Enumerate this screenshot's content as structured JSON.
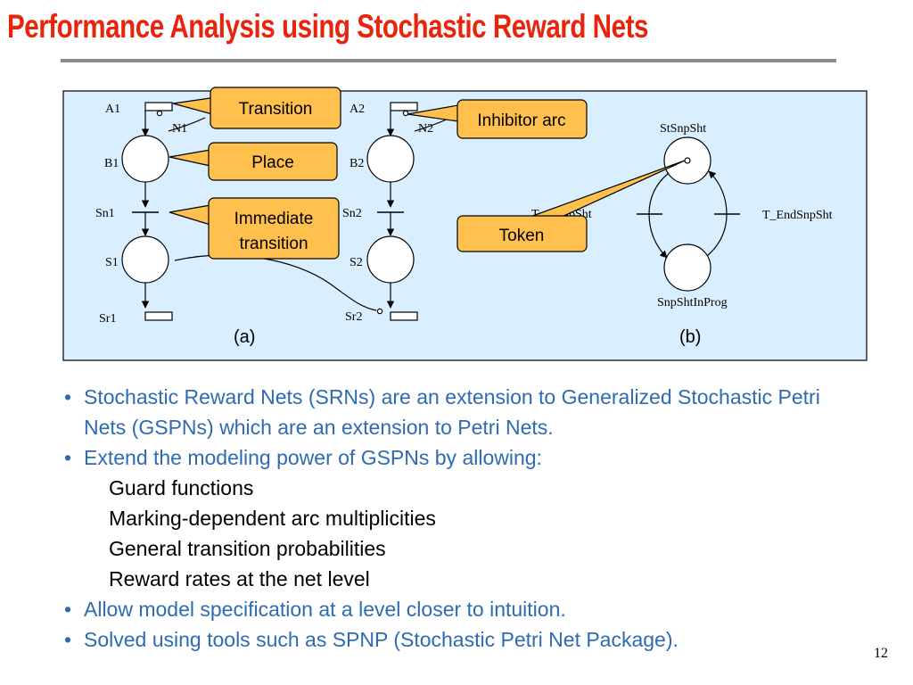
{
  "slide": {
    "title": "Performance Analysis using Stochastic Reward Nets",
    "page_number": "12"
  },
  "diagram": {
    "colors": {
      "panel_fill": "#d9efff",
      "callout_fill": "#ffc04d",
      "line": "#000000"
    },
    "net_a": {
      "labels": {
        "a1": "A1",
        "n1": "N1",
        "b1": "B1",
        "sn1": "Sn1",
        "s1": "S1",
        "sr1": "Sr1",
        "a2": "A2",
        "n2": "N2",
        "b2": "B2",
        "sn2": "Sn2",
        "s2": "S2",
        "sr2": "Sr2"
      },
      "caption": "(a)"
    },
    "net_b": {
      "labels": {
        "place_top": "StSnpSht",
        "place_bottom": "SnpShtInProg",
        "transition_left": "T_StSnpSht",
        "transition_right": "T_EndSnpSht"
      },
      "caption": "(b)"
    },
    "callouts": {
      "transition": "Transition",
      "place": "Place",
      "immediate_line1": "Immediate",
      "immediate_line2": "transition",
      "inhibitor": "Inhibitor arc",
      "token": "Token"
    }
  },
  "bullets": [
    {
      "level": 1,
      "text": "Stochastic Reward Nets (SRNs) are an extension to Generalized Stochastic Petri Nets (GSPNs) which are an extension to Petri Nets."
    },
    {
      "level": 1,
      "text": "Extend the modeling power of GSPNs by allowing:"
    },
    {
      "level": 2,
      "text": "Guard functions"
    },
    {
      "level": 2,
      "text": "Marking-dependent arc multiplicities"
    },
    {
      "level": 2,
      "text": "General transition probabilities"
    },
    {
      "level": 2,
      "text": "Reward rates at the net level"
    },
    {
      "level": 1,
      "text": "Allow model specification at a level closer to intuition."
    },
    {
      "level": 1,
      "text": "Solved using tools such as SPNP (Stochastic Petri Net Package)."
    }
  ],
  "bullet_symbol": "•"
}
